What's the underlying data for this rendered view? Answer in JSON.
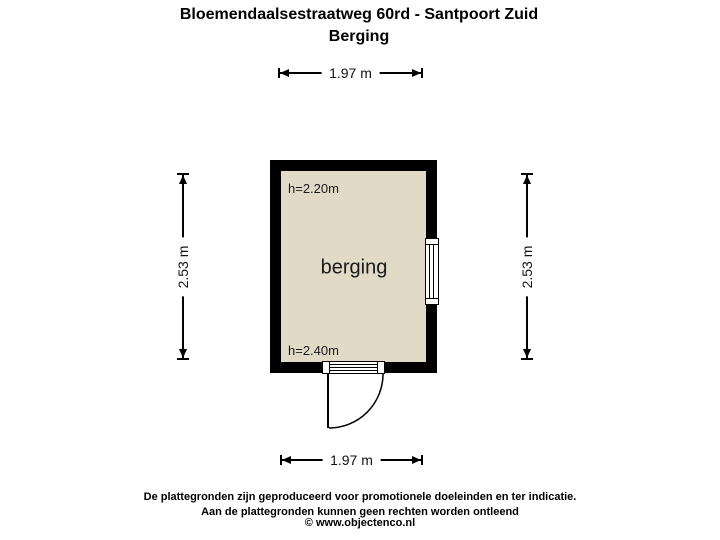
{
  "page": {
    "title": "Bloemendaalsestraatweg 60rd - Santpoort Zuid",
    "subtitle": "Berging"
  },
  "floorplan": {
    "room": {
      "name": "berging",
      "ceiling_height_top": "h=2.20m",
      "ceiling_height_bottom": "h=2.40m"
    },
    "dimensions": {
      "width_top": "1.97 m",
      "width_bottom": "1.97 m",
      "height_left": "2.53 m",
      "height_right": "2.53 m"
    },
    "features": {
      "window": "window-on-right-wall",
      "door": "door-bottom-wall-swing-outward"
    }
  },
  "footer": {
    "disclaimer_line1": "De plattegronden zijn geproduceerd voor promotionele doeleinden en ter indicatie.",
    "disclaimer_line2": "Aan de plattegronden kunnen geen rechten worden ontleend",
    "copyright": "© www.objectenco.nl"
  },
  "colors": {
    "background": "#ffffff",
    "wall": "#000000",
    "floor": "#e0dac6",
    "text": "#000000"
  }
}
